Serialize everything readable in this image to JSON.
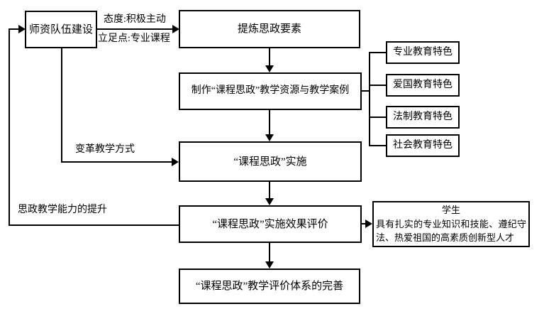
{
  "diagram": {
    "nodes": {
      "teacher": "师资队伍建设",
      "refine": "提炼思政要素",
      "create": "制作“课程思政”教学资源与教学案例",
      "implement": "“课程思政”实施",
      "evaluate": "“课程思政”实施效果评价",
      "perfect": "“课程思政”教学评价体系的完善"
    },
    "features": [
      "专业教育特色",
      "爱国教育特色",
      "法制教育特色",
      "社会教育特色"
    ],
    "student": {
      "title": "学生",
      "body": "具有扎实的专业知识和技能、遵纪守法、热爱祖国的高素质创新型人才"
    },
    "labels": {
      "attitude": "态度:积极主动",
      "standpoint": "立足点:专业课程",
      "method": "变革教学方式",
      "ability": "思政教学能力的提升"
    },
    "colors": {
      "line": "#000000",
      "background": "#ffffff"
    }
  }
}
